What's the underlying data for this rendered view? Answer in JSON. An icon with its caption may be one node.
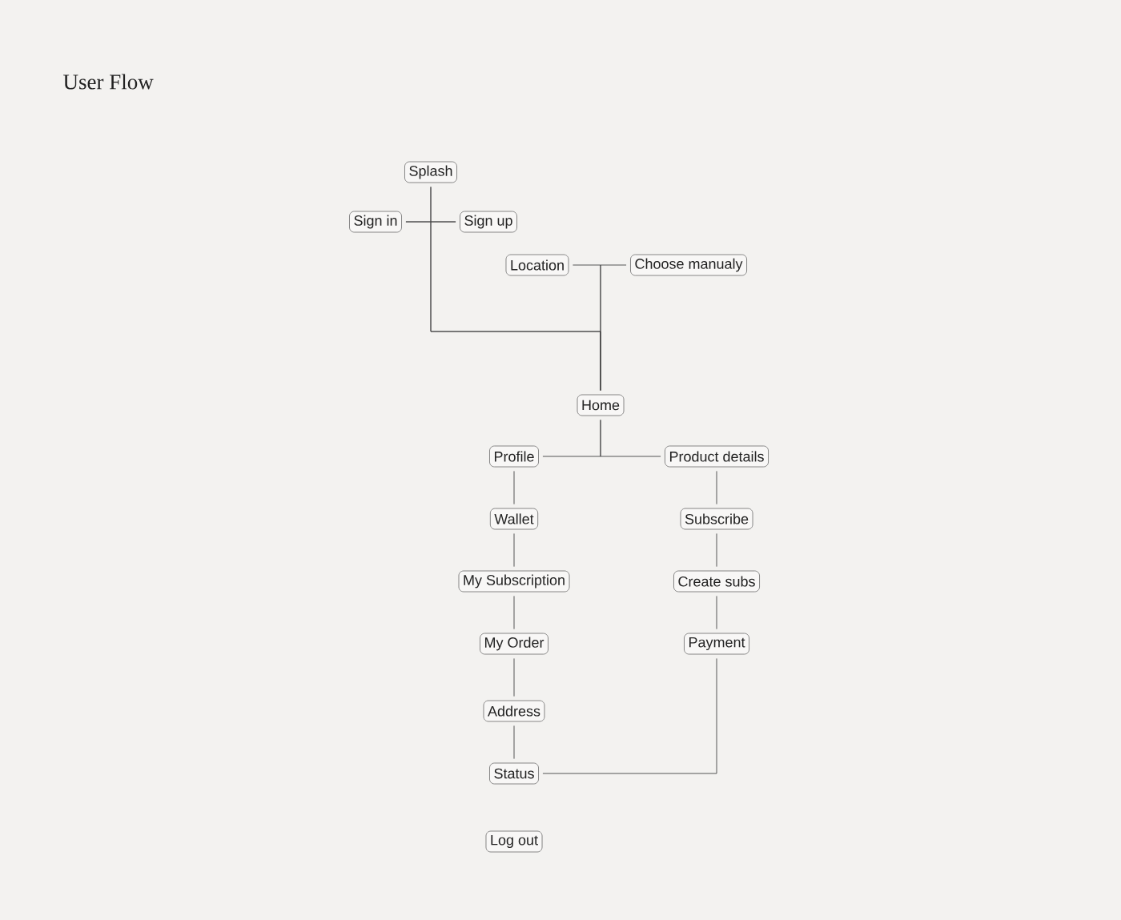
{
  "diagram": {
    "title": "User Flow",
    "nodes": [
      {
        "text": [
          "Splash"
        ]
      },
      {
        "text": [
          "Sign in"
        ]
      },
      {
        "text": [
          "Sign up"
        ]
      },
      {
        "text": [
          "Location"
        ]
      },
      {
        "text": [
          "Choose manualy"
        ]
      },
      {
        "text": [
          "Home"
        ]
      },
      {
        "text": [
          "Profile"
        ]
      },
      {
        "text": [
          "Product details"
        ]
      },
      {
        "text": [
          "Wallet"
        ]
      },
      {
        "text": [
          "Subscribe"
        ]
      },
      {
        "text": [
          "My Subscription"
        ]
      },
      {
        "text": [
          "Create subs"
        ]
      },
      {
        "text": [
          "My Order"
        ]
      },
      {
        "text": [
          "Payment"
        ]
      },
      {
        "text": [
          "Address"
        ]
      },
      {
        "text": [
          "Status"
        ]
      },
      {
        "text": [
          "Log out"
        ]
      }
    ],
    "edges": [
      {
        "from": 0,
        "to": 1,
        "arrow": "none"
      },
      {
        "from": 0,
        "to": 2,
        "arrow": "none"
      },
      {
        "from": 1,
        "to": 5,
        "arrow": "none"
      },
      {
        "from": 2,
        "to": 5,
        "arrow": "none"
      },
      {
        "from": 3,
        "to": 5,
        "arrow": "none"
      },
      {
        "from": 4,
        "to": 5,
        "arrow": "none"
      },
      {
        "from": 5,
        "to": 6,
        "arrow": "none"
      },
      {
        "from": 5,
        "to": 7,
        "arrow": "none"
      },
      {
        "from": 6,
        "to": 8,
        "arrow": "none"
      },
      {
        "from": 8,
        "to": 10,
        "arrow": "none"
      },
      {
        "from": 10,
        "to": 12,
        "arrow": "none"
      },
      {
        "from": 12,
        "to": 14,
        "arrow": "none"
      },
      {
        "from": 14,
        "to": 15,
        "arrow": "none"
      },
      {
        "from": 7,
        "to": 9,
        "arrow": "none"
      },
      {
        "from": 9,
        "to": 11,
        "arrow": "none"
      },
      {
        "from": 11,
        "to": 13,
        "arrow": "none"
      },
      {
        "from": 13,
        "to": 15,
        "arrow": "none"
      }
    ]
  }
}
